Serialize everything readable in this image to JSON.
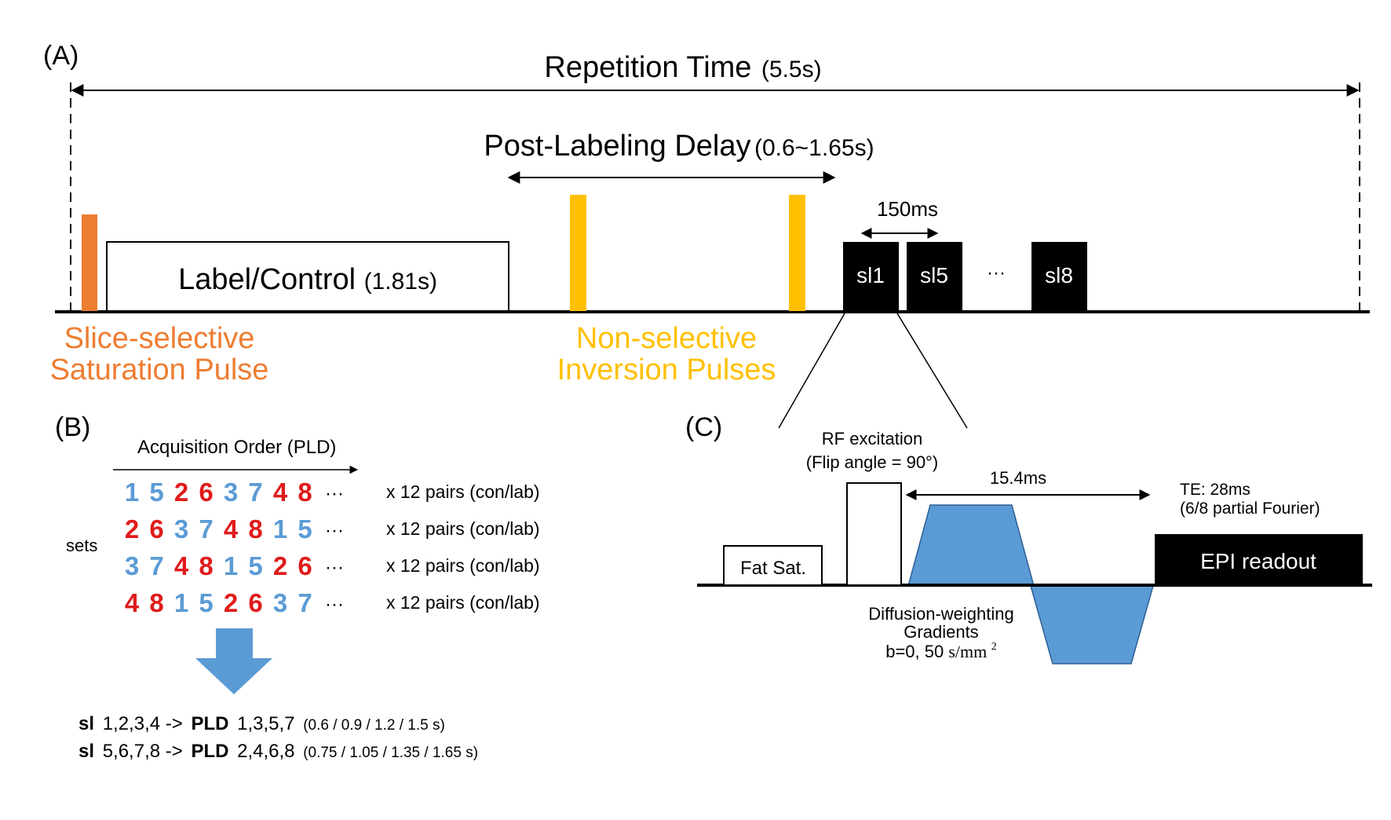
{
  "panel_a": {
    "label": "(A)",
    "tr_title": "Repetition Time",
    "tr_value": "(5.5s)",
    "pld_title": "Post-Labeling Delay",
    "pld_value": "(0.6~1.65s)",
    "label_control_title": "Label/Control",
    "label_control_value": "(1.81s)",
    "slice_spacing": "150ms",
    "slices": [
      "sl1",
      "sl5",
      "sl8"
    ],
    "ellipsis": "···",
    "sat_pulse_line1": "Slice-selective",
    "sat_pulse_line2": "Saturation Pulse",
    "inv_pulse_line1": "Non-selective",
    "inv_pulse_line2": "Inversion Pulses"
  },
  "panel_b": {
    "label": "(B)",
    "acq_order_title": "Acquisition Order (PLD)",
    "sets_label": "sets",
    "rows": [
      [
        1,
        5,
        2,
        6,
        3,
        7,
        4,
        8
      ],
      [
        2,
        6,
        3,
        7,
        4,
        8,
        1,
        5
      ],
      [
        3,
        7,
        4,
        8,
        1,
        5,
        2,
        6
      ],
      [
        4,
        8,
        1,
        5,
        2,
        6,
        3,
        7
      ]
    ],
    "row_ellipsis": "···",
    "pairs_text": "x 12 pairs (con/lab)",
    "mapping": [
      {
        "sl": "sl",
        "slices": "1,2,3,4 ->",
        "pld": "PLD",
        "plds": "1,3,5,7",
        "times": "(0.6 / 0.9 / 1.2 / 1.5 s)"
      },
      {
        "sl": "sl",
        "slices": "5,6,7,8 ->",
        "pld": "PLD",
        "plds": "2,4,6,8",
        "times": "(0.75 / 1.05 / 1.35 / 1.65 s)"
      }
    ]
  },
  "panel_c": {
    "label": "(C)",
    "rf_line1": "RF excitation",
    "rf_line2": "(Flip angle = 90°)",
    "delta": "15.4ms",
    "te_line1": "TE: 28ms",
    "te_line2": "(6/8 partial Fourier)",
    "fat_sat": "Fat Sat.",
    "epi": "EPI readout",
    "dw_line1": "Diffusion-weighting",
    "dw_line2": "Gradients",
    "b_prefix": "b=0, 50 ",
    "b_unit": "s/mm",
    "b_exp": "2"
  },
  "colors": {
    "orange": "#ED7D31",
    "gold": "#FFC000",
    "blue": "#5B9BD5",
    "red": "#E01B1B",
    "black": "#000000"
  }
}
